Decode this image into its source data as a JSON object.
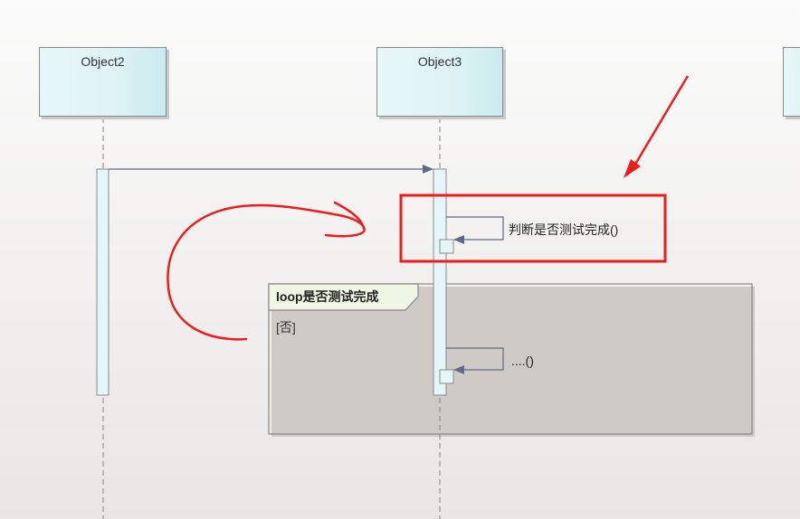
{
  "diagram": {
    "lifelines": [
      {
        "name": "Object2"
      },
      {
        "name": "Object3"
      },
      {
        "name": ""
      }
    ],
    "messages": [
      {
        "label": ""
      },
      {
        "label": "判断是否测试完成()"
      },
      {
        "label": "....()"
      }
    ],
    "fragment": {
      "operator_label": "loop是否测试完成",
      "guard": "[否]"
    }
  },
  "colors": {
    "lifeline_fill": "#dff3f5",
    "activation_fill": "#e4f6f8",
    "message_line": "#5f6a85",
    "annotation_red": "#ee1c1c",
    "fragment_border": "#8a8585",
    "fragment_tab": "#eef7e3"
  }
}
